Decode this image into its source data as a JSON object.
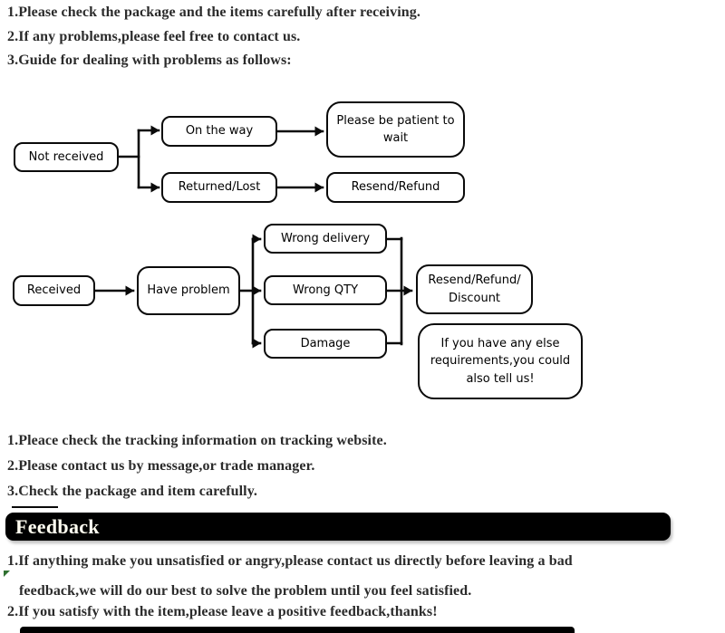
{
  "intro": {
    "lines": [
      "1.Please check the package and the items carefully after receiving.",
      "2.If any problems,please feel free to contact us.",
      "3.Guide for dealing with problems as follows:"
    ]
  },
  "flowchart": {
    "nodes": {
      "not_received": "Not received",
      "on_the_way": "On the way",
      "be_patient": "Please be patient to wait",
      "returned_lost": "Returned/Lost",
      "resend_refund": "Resend/Refund",
      "received": "Received",
      "have_problem": "Have problem",
      "wrong_delivery": "Wrong delivery",
      "wrong_qty": "Wrong QTY",
      "damage": "Damage",
      "resend_refund_discount": "Resend/Refund/ Discount",
      "extra_requirements": "If you have any else requirements,you could also tell us!"
    }
  },
  "guide": {
    "lines": [
      "1.Pleace check the tracking information on tracking website.",
      "2.Please contact us by message,or trade manager.",
      "3.Check the package and item carefully."
    ]
  },
  "feedback": {
    "banner_label": "Feedback",
    "lines": [
      "1.If anything make you unsatisfied or angry,please contact us directly before leaving a bad",
      "feedback,we will do our best to solve the problem until you feel satisfied.",
      "2.If you satisfy with the item,please leave a positive feedback,thanks!"
    ]
  },
  "colors": {
    "text": "#2b2b2b",
    "box_border": "#0a0a0a",
    "banner_bg": "#000000",
    "banner_text": "#fffdf0",
    "artifact_green": "#2f7030"
  }
}
